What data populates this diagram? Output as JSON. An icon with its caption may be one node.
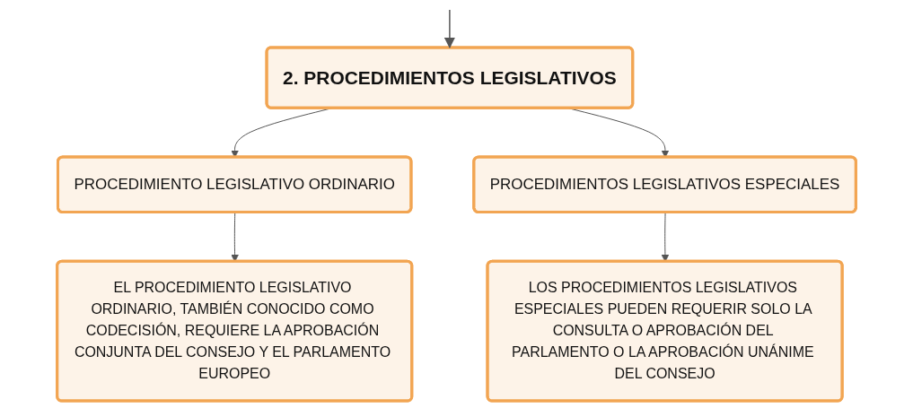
{
  "diagram": {
    "nodes": [
      {
        "text": [
          "2. PROCEDIMIENTOS LEGISLATIVOS"
        ]
      },
      {
        "text": [
          "PROCEDIMIENTO LEGISLATIVO ORDINARIO"
        ]
      },
      {
        "text": [
          "PROCEDIMIENTOS LEGISLATIVOS ESPECIALES"
        ]
      },
      {
        "text": [
          "EL PROCEDIMIENTO LEGISLATIVO ORDINARIO, TAMBIÉN CONOCIDO COMO CODECISIÓN, REQUIERE LA APROBACIÓN CONJUNTA DEL CONSEJO Y EL PARLAMENTO EUROPEO"
        ]
      },
      {
        "text": [
          "LOS PROCEDIMIENTOS LEGISLATIVOS ESPECIALES PUEDEN REQUERIR SOLO LA CONSULTA O APROBACIÓN DEL PARLAMENTO O LA APROBACIÓN UNÁNIME DEL CONSEJO"
        ]
      }
    ],
    "edges": [
      {
        "from": null,
        "to": 0,
        "arrow": "to"
      },
      {
        "from": 0,
        "to": 1,
        "arrow": "to"
      },
      {
        "from": 0,
        "to": 2,
        "arrow": "to"
      },
      {
        "from": 1,
        "to": 3,
        "arrow": "to"
      },
      {
        "from": 2,
        "to": 4,
        "arrow": "to"
      }
    ]
  }
}
